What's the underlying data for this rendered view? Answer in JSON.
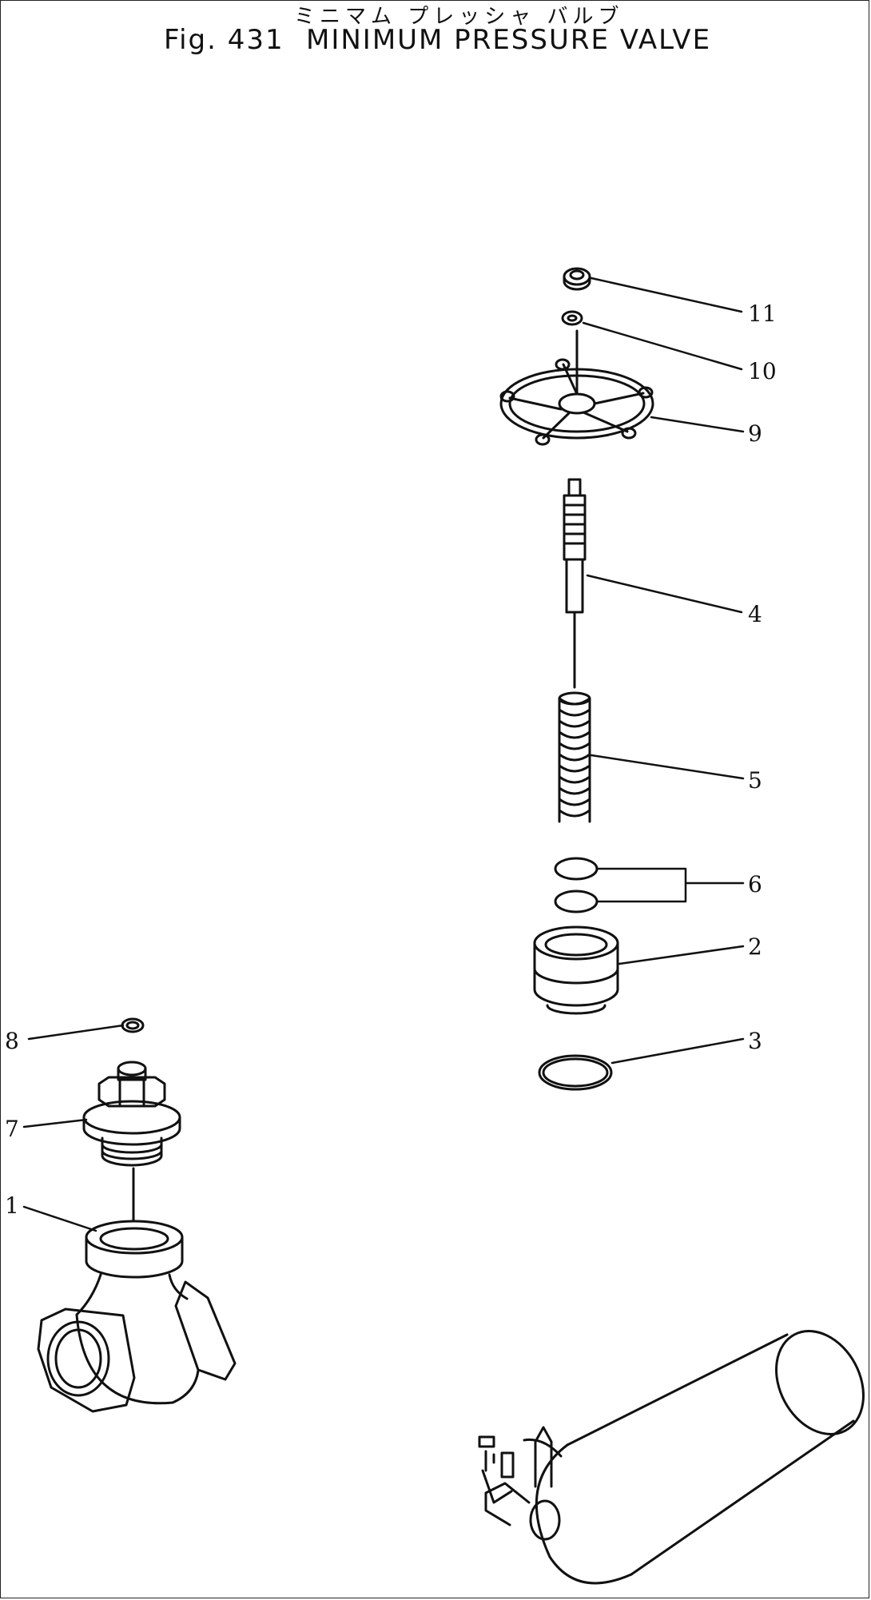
{
  "header": {
    "japanese_title": "ミニマム プレッシャ バルブ",
    "fig_label": "Fig. 431",
    "title": "MINIMUM PRESSURE VALVE"
  },
  "callouts": [
    {
      "id": "c1",
      "label": "1"
    },
    {
      "id": "c2",
      "label": "2"
    },
    {
      "id": "c3",
      "label": "3"
    },
    {
      "id": "c4",
      "label": "4"
    },
    {
      "id": "c5",
      "label": "5"
    },
    {
      "id": "c6",
      "label": "6"
    },
    {
      "id": "c7",
      "label": "7"
    },
    {
      "id": "c8",
      "label": "8"
    },
    {
      "id": "c9",
      "label": "9"
    },
    {
      "id": "c10",
      "label": "10"
    },
    {
      "id": "c11",
      "label": "11"
    }
  ]
}
